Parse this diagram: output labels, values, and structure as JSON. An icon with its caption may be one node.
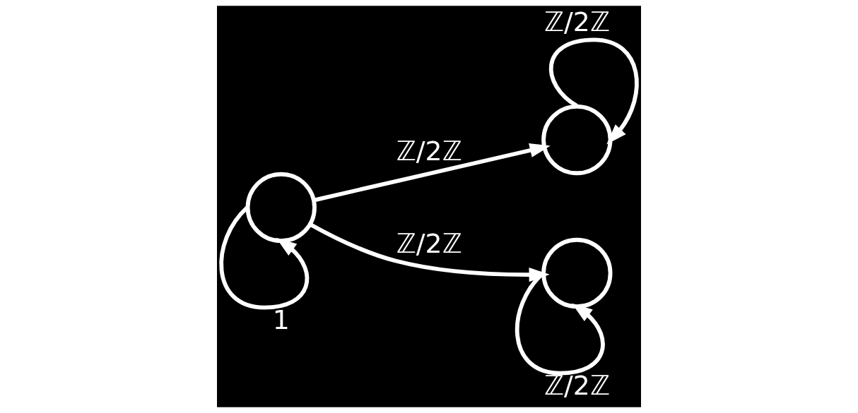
{
  "diagram": {
    "nodes": [
      {
        "text": [],
        "shape": "circle"
      },
      {
        "text": [],
        "shape": "circle"
      },
      {
        "text": [],
        "shape": "circle"
      }
    ],
    "edges": [
      {
        "from": 0,
        "to": 0,
        "arrow": "to",
        "label": "1"
      },
      {
        "from": 0,
        "to": 1,
        "arrow": "to",
        "label": "ℤ/2ℤ"
      },
      {
        "from": 0,
        "to": 2,
        "arrow": "to",
        "label": "ℤ/2ℤ"
      },
      {
        "from": 1,
        "to": 1,
        "arrow": "to",
        "label": "ℤ/2ℤ"
      },
      {
        "from": 2,
        "to": 2,
        "arrow": "to",
        "label": "ℤ/2ℤ"
      }
    ]
  }
}
